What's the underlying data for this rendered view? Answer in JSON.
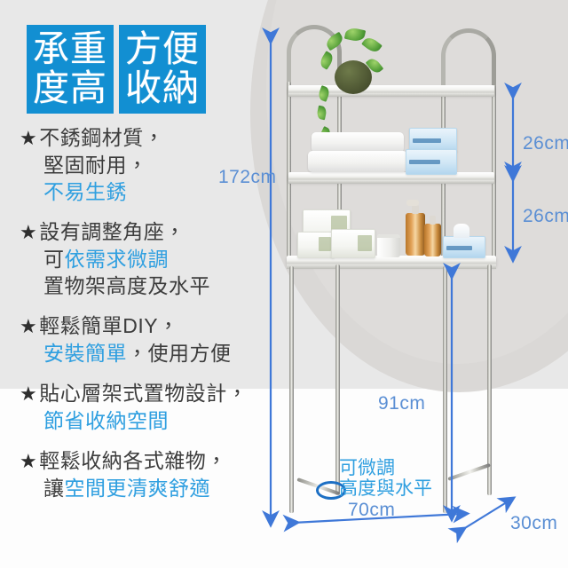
{
  "title_blocks": [
    {
      "line1": "承重",
      "line2": "度高"
    },
    {
      "line1": "方便",
      "line2": "收納"
    }
  ],
  "features": [
    {
      "star": "★",
      "lines": [
        [
          {
            "text": "不銹鋼材質，",
            "hl": false
          }
        ],
        [
          {
            "text": "堅固耐用，",
            "hl": false
          }
        ],
        [
          {
            "text": "不易生銹",
            "hl": true
          }
        ]
      ]
    },
    {
      "star": "★",
      "lines": [
        [
          {
            "text": "設有調整角座，",
            "hl": false
          }
        ],
        [
          {
            "text": "可",
            "hl": false
          },
          {
            "text": "依需求微調",
            "hl": true
          }
        ],
        [
          {
            "text": "置物架高度及水平",
            "hl": false
          }
        ]
      ]
    },
    {
      "star": "★",
      "lines": [
        [
          {
            "text": "輕鬆簡單DIY，",
            "hl": false
          }
        ],
        [
          {
            "text": "安裝簡單",
            "hl": true
          },
          {
            "text": "，使用方便",
            "hl": false
          }
        ]
      ]
    },
    {
      "star": "★",
      "lines": [
        [
          {
            "text": "貼心層架式置物設計，",
            "hl": false
          }
        ],
        [
          {
            "text": "節省收納空間",
            "hl": true
          }
        ]
      ]
    },
    {
      "star": "★",
      "lines": [
        [
          {
            "text": "輕鬆收納各式雜物，",
            "hl": false
          }
        ],
        [
          {
            "text": "讓",
            "hl": false
          },
          {
            "text": "空間更清爽舒適",
            "hl": true
          }
        ]
      ]
    }
  ],
  "dimensions": {
    "total_height": "172cm",
    "shelf_gap_top": "26cm",
    "shelf_gap_bottom": "26cm",
    "clearance_height": "91cm",
    "width": "70cm",
    "depth": "30cm"
  },
  "note": {
    "line1": "可微調",
    "line2": "高度與水平",
    "marker_icon": "ellipse-foot-icon"
  },
  "colors": {
    "title_block_bg": "#128fd2",
    "highlight_text": "#2f9fe0",
    "body_text": "#3c3c3c",
    "dimension_arrow": "#3f78d8",
    "dimension_label": "#5b8fd4",
    "background_gray": "#e8e8e8",
    "background_white": "#fdfdfd"
  }
}
